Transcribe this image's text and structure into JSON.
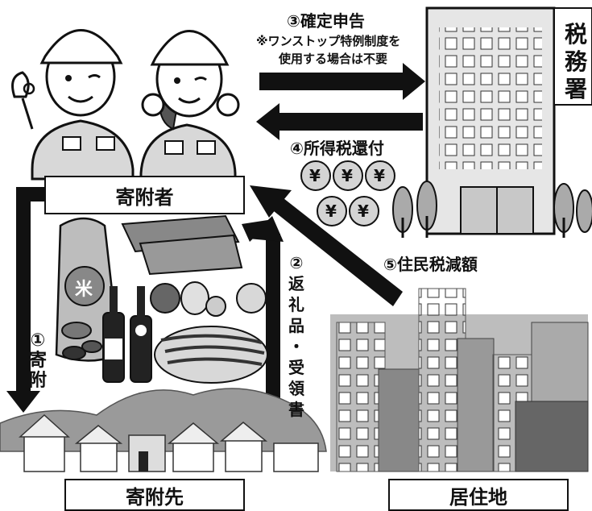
{
  "diagram": {
    "nodes": {
      "donor": "寄附者",
      "recipient": "寄附先",
      "residence": "居住地",
      "tax_office": "税務署"
    },
    "steps": {
      "s1": [
        "①",
        "寄",
        "附"
      ],
      "s2": [
        "②",
        "返",
        "礼",
        "品",
        "・",
        "受",
        "領",
        "書"
      ],
      "s3": "③確定申告",
      "s3_note_line1": "※ワンストップ特例制度を",
      "s3_note_line2": "使用する場合は不要",
      "s4": "④所得税還付",
      "s5": "⑤住民税減額"
    },
    "tax_office_chars": [
      "税",
      "務",
      "署"
    ],
    "rice_label": "米",
    "yen_symbol": "¥",
    "colors": {
      "stroke": "#111111",
      "building": "#e6e6e6",
      "city": "#bdbdbd",
      "mountain": "#9a9a9a",
      "coin": "#d4d4d4"
    }
  }
}
